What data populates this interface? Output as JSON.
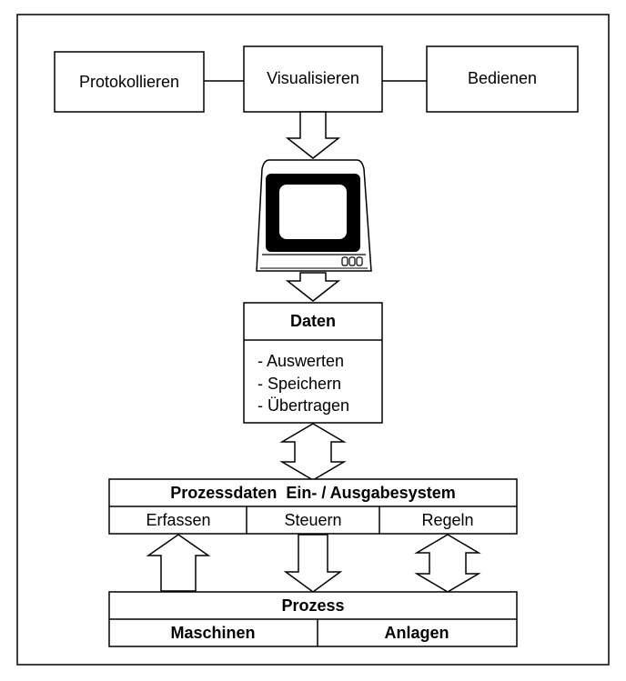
{
  "top_row": {
    "left_label": "Protokollieren",
    "center_label": "Visualisieren",
    "right_label": "Bedienen"
  },
  "data_box": {
    "title": "Daten",
    "items": [
      "- Auswerten",
      "- Speichern",
      "- Übertragen"
    ]
  },
  "io_system": {
    "title": "Prozessdaten  Ein- / Ausgabesystem",
    "cells": [
      "Erfassen",
      "Steuern",
      "Regeln"
    ]
  },
  "process": {
    "title": "Prozess",
    "cells": [
      "Maschinen",
      "Anlagen"
    ]
  }
}
